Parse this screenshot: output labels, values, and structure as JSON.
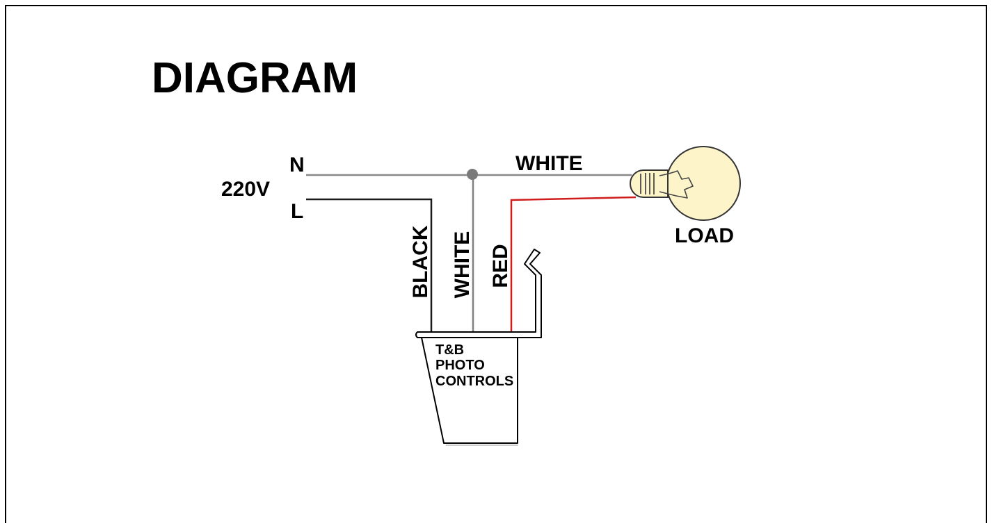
{
  "title": "DIAGRAM",
  "supply": {
    "voltage_label": "220V",
    "neutral_label": "N",
    "line_label": "L"
  },
  "wires": {
    "neutral_to_load": {
      "label": "WHITE",
      "color": "#888888"
    },
    "line_to_control": {
      "label": "BLACK",
      "color": "#1a1a1a"
    },
    "neutral_to_control": {
      "label": "WHITE",
      "color": "#808080"
    },
    "control_to_load": {
      "label": "RED",
      "color": "#d01c1c"
    }
  },
  "junction": {
    "color": "#7a7a7a"
  },
  "load": {
    "label": "LOAD",
    "color": "#fdf5c9"
  },
  "photo_control": {
    "line1": "T&B",
    "line2": "PHOTO",
    "line3": "CONTROLS"
  }
}
